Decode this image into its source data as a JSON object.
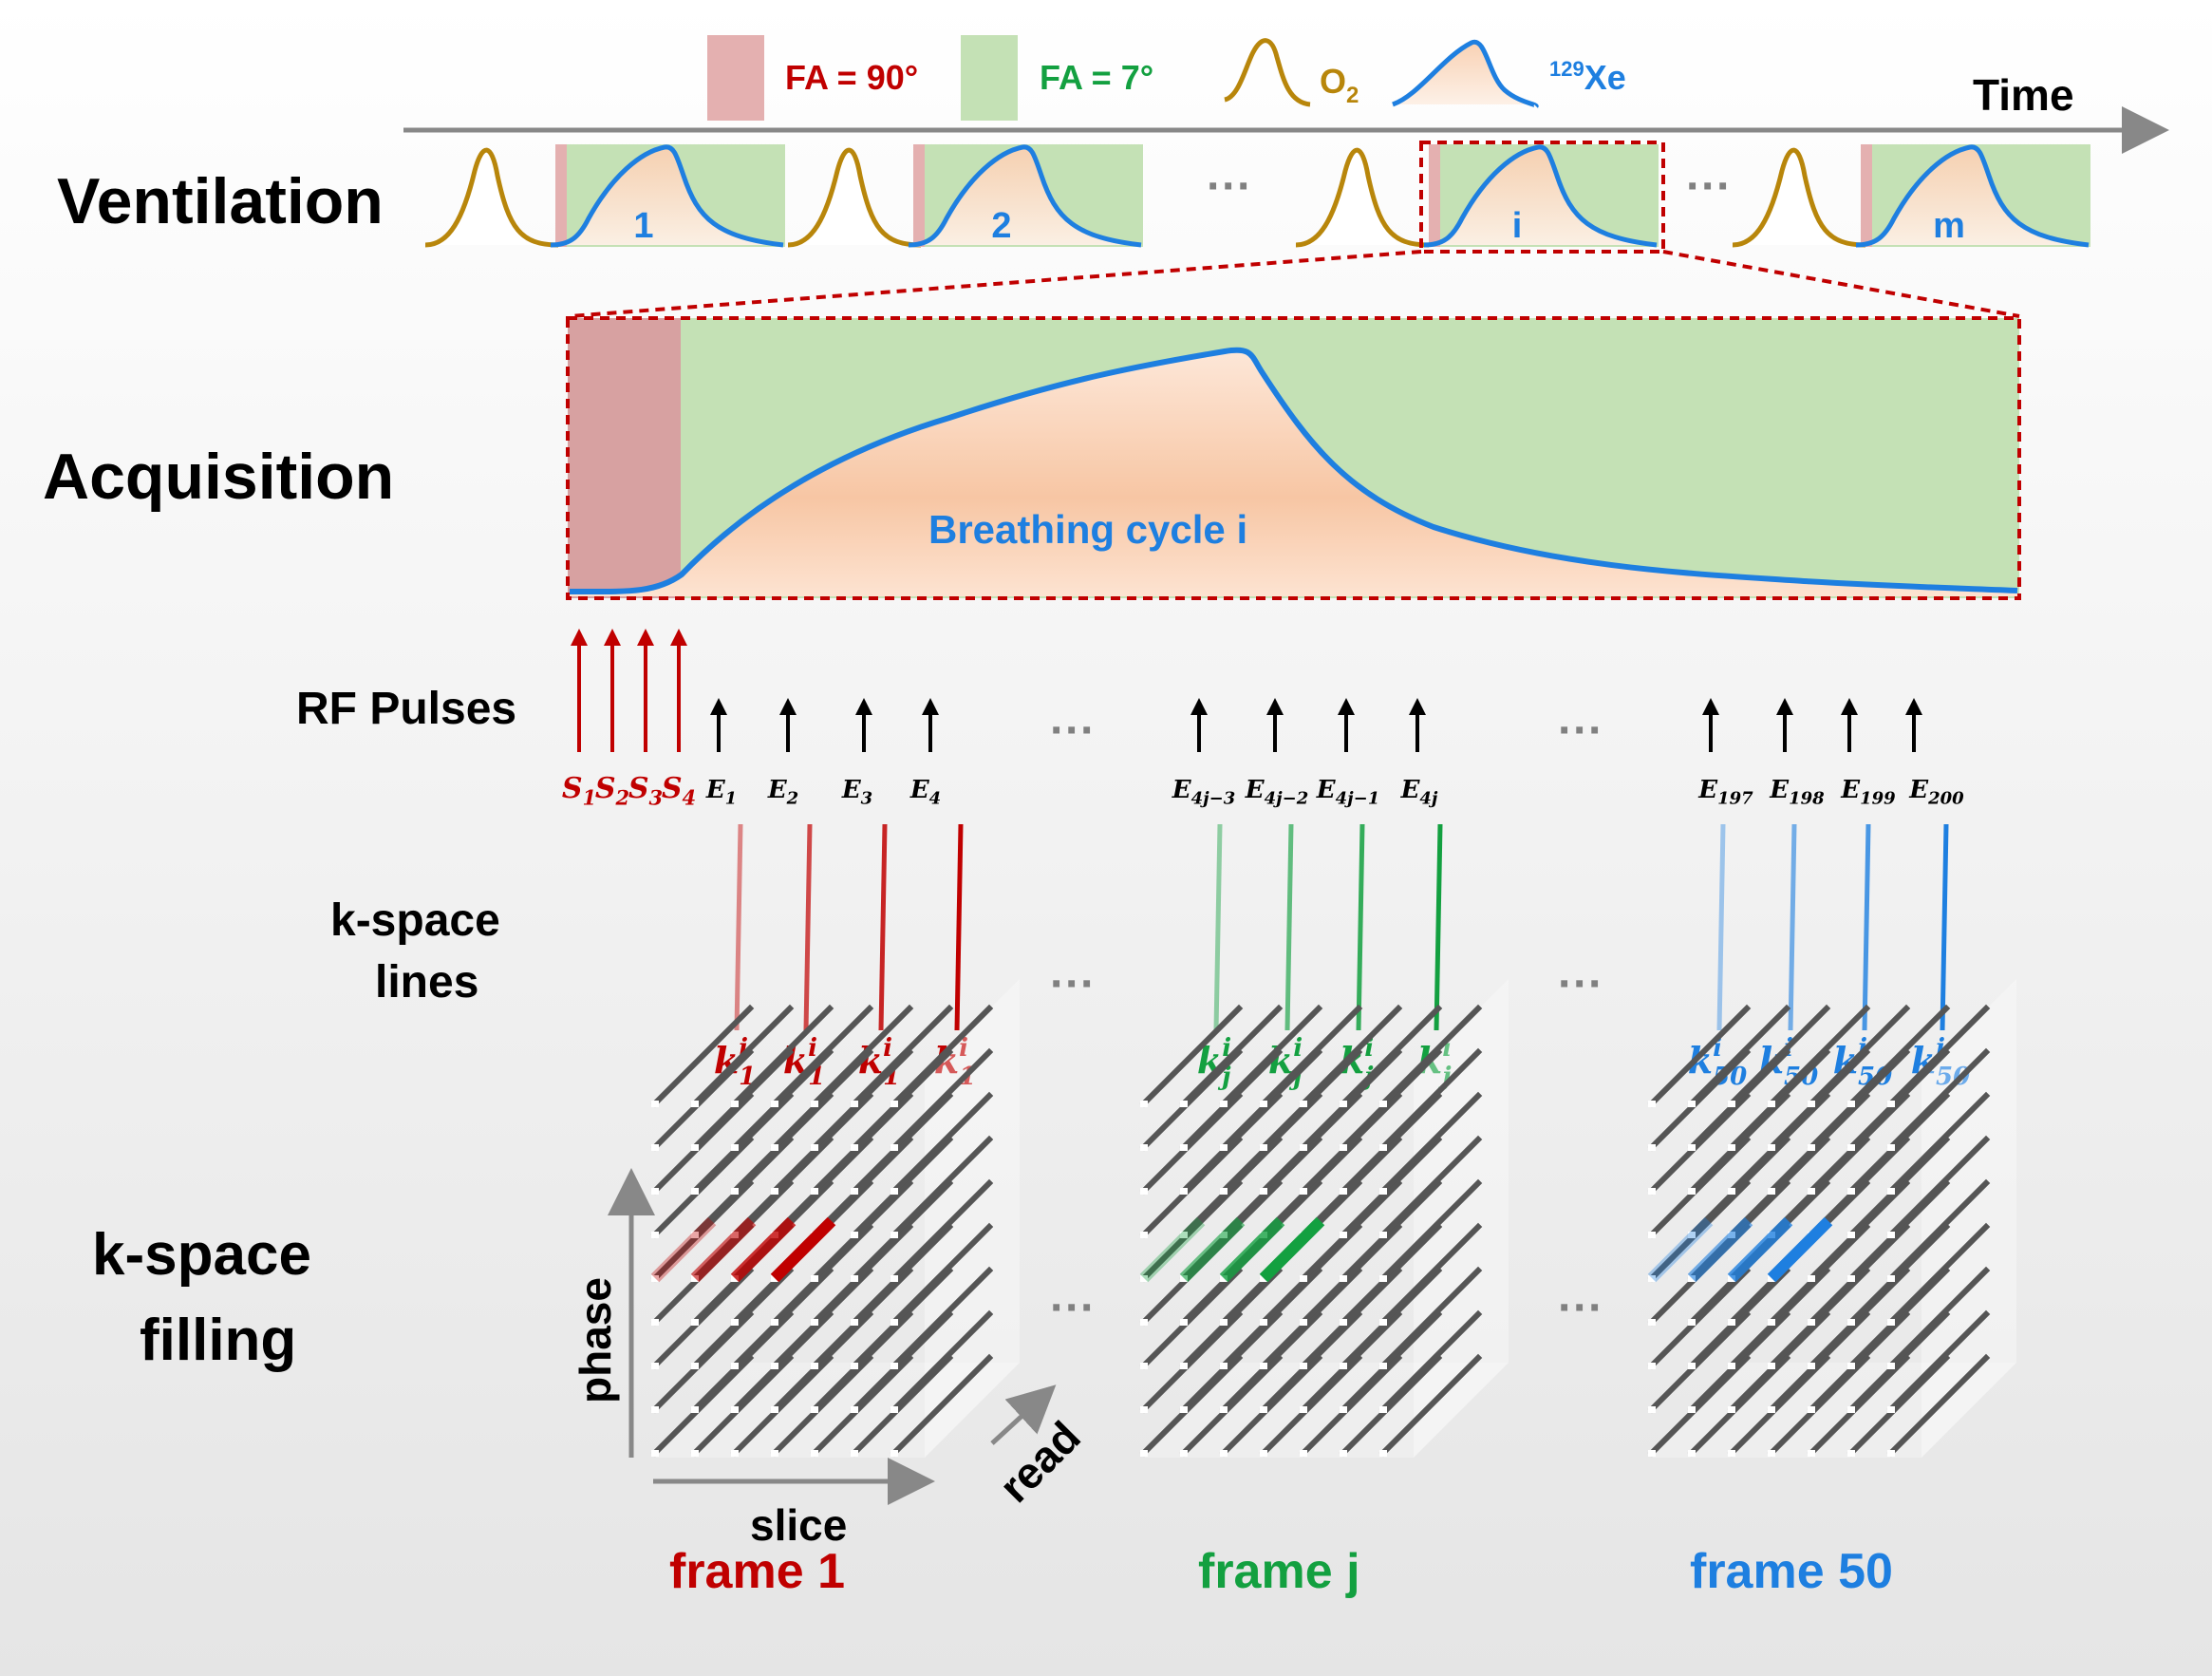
{
  "legend": {
    "fa90": "FA = 90°",
    "fa7": "FA = 7°",
    "o2": "O",
    "o2_sub": "2",
    "xe_sup": "129",
    "xe": "Xe",
    "time": "Time"
  },
  "rows": {
    "ventilation": "Ventilation",
    "acquisition": "Acquisition",
    "rf_pulses": "RF Pulses",
    "kspace_lines_1": "k-space",
    "kspace_lines_2": "lines",
    "kspace_filling_1": "k-space",
    "kspace_filling_2": "filling"
  },
  "ventilation_cycles": [
    "1",
    "2",
    "i",
    "m"
  ],
  "ellipsis": "···",
  "acquisition_label": "Breathing cycle i",
  "rf": {
    "saturation": [
      {
        "base": "S",
        "sub": "1"
      },
      {
        "base": "S",
        "sub": "2"
      },
      {
        "base": "S",
        "sub": "3"
      },
      {
        "base": "S",
        "sub": "4"
      }
    ],
    "groups": [
      {
        "pulses": [
          {
            "base": "E",
            "sub": "1"
          },
          {
            "base": "E",
            "sub": "2"
          },
          {
            "base": "E",
            "sub": "3"
          },
          {
            "base": "E",
            "sub": "4"
          }
        ]
      },
      {
        "pulses": [
          {
            "base": "E",
            "sub": "4j−3"
          },
          {
            "base": "E",
            "sub": "4j−2"
          },
          {
            "base": "E",
            "sub": "4j−1"
          },
          {
            "base": "E",
            "sub": "4j"
          }
        ]
      },
      {
        "pulses": [
          {
            "base": "E",
            "sub": "197"
          },
          {
            "base": "E",
            "sub": "198"
          },
          {
            "base": "E",
            "sub": "199"
          },
          {
            "base": "E",
            "sub": "200"
          }
        ]
      }
    ]
  },
  "kspace_labels": [
    {
      "base": "k",
      "sup": "i",
      "sub": "1",
      "color": "#c00000"
    },
    {
      "base": "k",
      "sup": "i",
      "sub": "j",
      "color": "#13a040"
    },
    {
      "base": "k",
      "sup": "i",
      "sub": "50",
      "color": "#1e7fe0"
    }
  ],
  "axes": {
    "phase": "phase",
    "slice": "slice",
    "read": "read"
  },
  "frames": [
    {
      "label": "frame 1",
      "color": "#c00000"
    },
    {
      "label": "frame j",
      "color": "#13a040"
    },
    {
      "label": "frame 50",
      "color": "#1e7fe0"
    }
  ],
  "colors": {
    "fa90": "#e4b0b0",
    "fa7": "#c4e1b5",
    "o2_curve": "#b8860b",
    "xe_curve": "#1e7fe0",
    "red": "#c00000",
    "green": "#13a040",
    "blue": "#1e7fe0"
  }
}
